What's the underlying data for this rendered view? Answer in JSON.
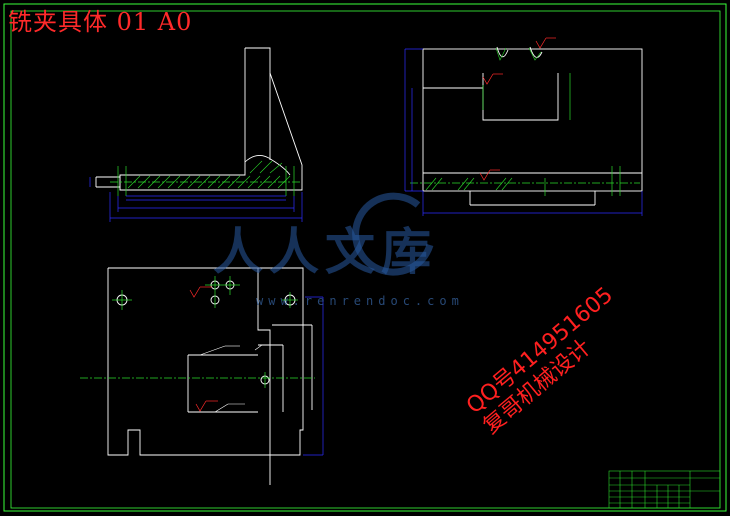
{
  "drawing_title": "铣夹具体 01 A0",
  "watermark": {
    "brand": "人人文库",
    "url": "www.renrendoc.com"
  },
  "promo": {
    "line1": "QQ号414951605",
    "line2": "复哥机械设计"
  },
  "colors": {
    "background": "#000000",
    "border": "#3aff3a",
    "outline": "#ffffff",
    "dimension": "#2d2dff",
    "centerline": "#2bd92b",
    "annotation": "#ff2a2a",
    "hatch": "#2bd92b"
  }
}
